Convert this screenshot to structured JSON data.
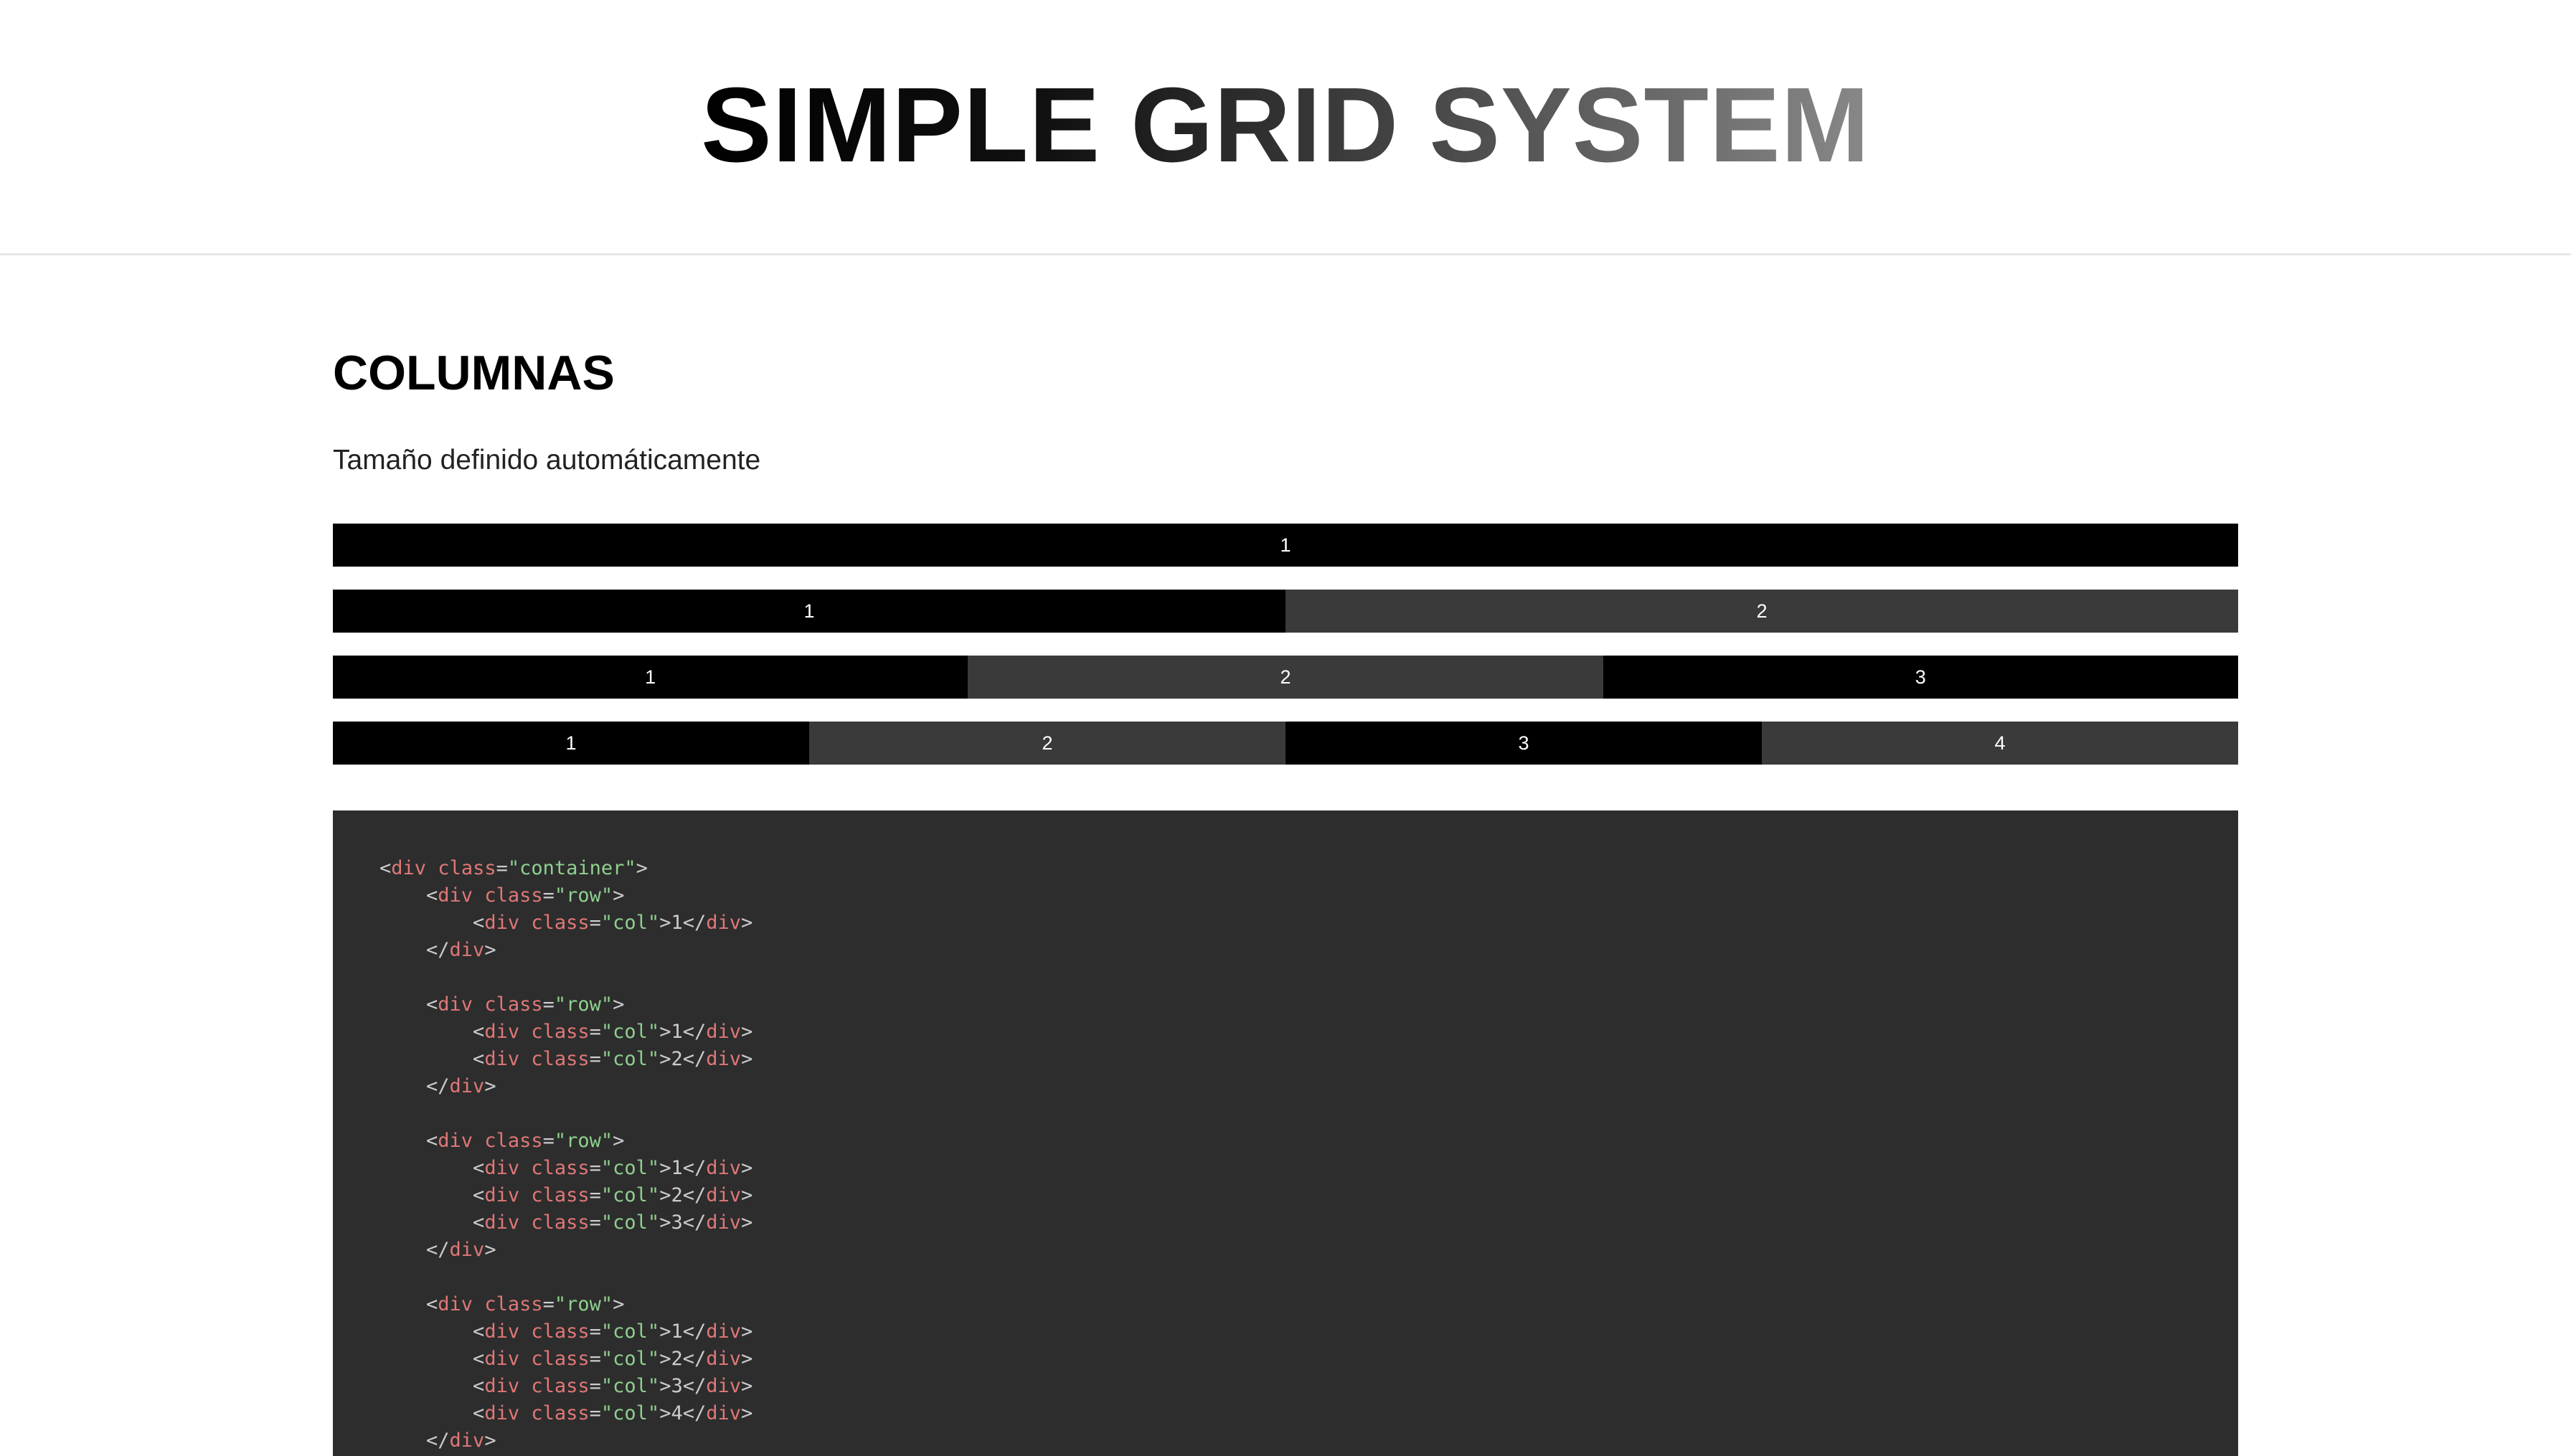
{
  "header": {
    "title": "SIMPLE GRID SYSTEM"
  },
  "section": {
    "heading": "COLUMNAS",
    "subtitle": "Tamaño definido automáticamente"
  },
  "grid_rows": [
    {
      "cols": [
        "1"
      ]
    },
    {
      "cols": [
        "1",
        "2"
      ]
    },
    {
      "cols": [
        "1",
        "2",
        "3"
      ]
    },
    {
      "cols": [
        "1",
        "2",
        "3",
        "4"
      ]
    }
  ],
  "code": {
    "lines": [
      "<div class=\"container\">",
      "    <div class=\"row\">",
      "        <div class=\"col\">1</div>",
      "    </div>",
      "",
      "    <div class=\"row\">",
      "        <div class=\"col\">1</div>",
      "        <div class=\"col\">2</div>",
      "    </div>",
      "",
      "    <div class=\"row\">",
      "        <div class=\"col\">1</div>",
      "        <div class=\"col\">2</div>",
      "        <div class=\"col\">3</div>",
      "    </div>",
      "",
      "    <div class=\"row\">",
      "        <div class=\"col\">1</div>",
      "        <div class=\"col\">2</div>",
      "        <div class=\"col\">3</div>",
      "        <div class=\"col\">4</div>",
      "    </div>"
    ]
  },
  "colors": {
    "column_dark": "#000000",
    "column_gray": "#3a3a3a",
    "code_background": "#2d2d2d",
    "code_tag": "#e07777",
    "code_string": "#8fcf8f"
  }
}
